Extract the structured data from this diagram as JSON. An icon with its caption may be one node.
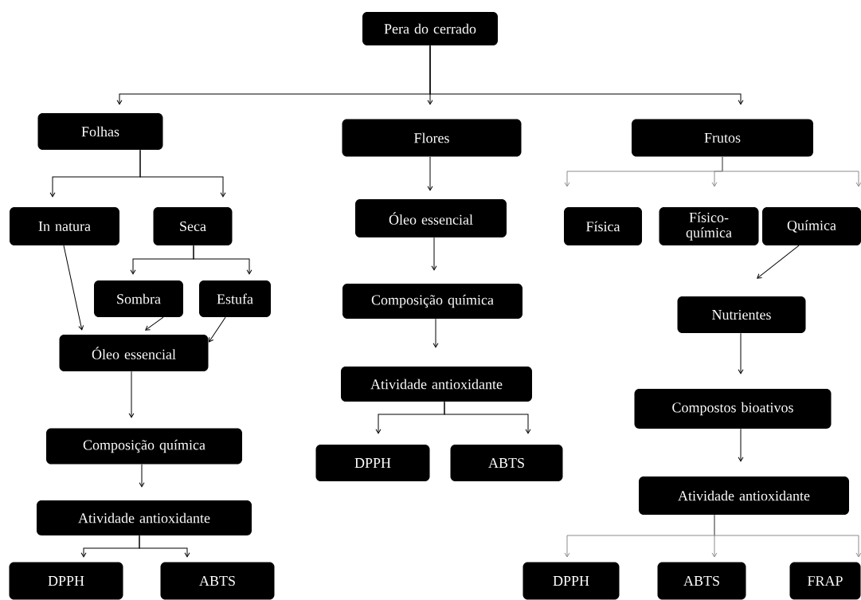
{
  "diagram": {
    "nodes": [
      {
        "text": [
          "Pera do cerrado"
        ]
      },
      {
        "text": [
          "Folhas"
        ]
      },
      {
        "text": [
          "Flores"
        ]
      },
      {
        "text": [
          "Frutos"
        ]
      },
      {
        "text": [
          "In natura"
        ]
      },
      {
        "text": [
          "Seca"
        ]
      },
      {
        "text": [
          "Física"
        ]
      },
      {
        "text": [
          "Físico-química"
        ]
      },
      {
        "text": [
          "Química"
        ]
      },
      {
        "text": [
          "Óleo essencial"
        ]
      },
      {
        "text": [
          "Sombra"
        ]
      },
      {
        "text": [
          "Estufa"
        ]
      },
      {
        "text": [
          "Composição química"
        ]
      },
      {
        "text": [
          "Nutrientes"
        ]
      },
      {
        "text": [
          "Óleo essencial"
        ]
      },
      {
        "text": [
          "Atividade antioxidante"
        ]
      },
      {
        "text": [
          "Compostos bioativos"
        ]
      },
      {
        "text": [
          "Composição química"
        ]
      },
      {
        "text": [
          "DPPH"
        ]
      },
      {
        "text": [
          "ABTS"
        ]
      },
      {
        "text": [
          "Atividade antioxidante"
        ]
      },
      {
        "text": [
          "Atividade antioxidante"
        ]
      },
      {
        "text": [
          "DPPH"
        ]
      },
      {
        "text": [
          "ABTS"
        ]
      },
      {
        "text": [
          "DPPH"
        ]
      },
      {
        "text": [
          "ABTS"
        ]
      },
      {
        "text": [
          "FRAP"
        ]
      }
    ],
    "edges": [
      {
        "from": 0,
        "to": 1,
        "arrow": "to"
      },
      {
        "from": 0,
        "to": 2,
        "arrow": "to"
      },
      {
        "from": 0,
        "to": 3,
        "arrow": "to"
      },
      {
        "from": 1,
        "to": 4,
        "arrow": "to"
      },
      {
        "from": 1,
        "to": 5,
        "arrow": "to"
      },
      {
        "from": 2,
        "to": 9,
        "arrow": "to"
      },
      {
        "from": 3,
        "to": 6,
        "arrow": "to",
        "color": "#808080"
      },
      {
        "from": 3,
        "to": 7,
        "arrow": "to",
        "color": "#808080"
      },
      {
        "from": 3,
        "to": 8,
        "arrow": "to",
        "color": "#808080"
      },
      {
        "from": 5,
        "to": 10,
        "arrow": "to"
      },
      {
        "from": 5,
        "to": 11,
        "arrow": "to"
      },
      {
        "from": 4,
        "to": 14,
        "arrow": "to"
      },
      {
        "from": 10,
        "to": 14,
        "arrow": "to"
      },
      {
        "from": 11,
        "to": 14,
        "arrow": "to"
      },
      {
        "from": 9,
        "to": 12,
        "arrow": "to"
      },
      {
        "from": 8,
        "to": 13,
        "arrow": "to"
      },
      {
        "from": 12,
        "to": 15,
        "arrow": "to"
      },
      {
        "from": 13,
        "to": 16,
        "arrow": "to"
      },
      {
        "from": 14,
        "to": 17,
        "arrow": "to"
      },
      {
        "from": 15,
        "to": 18,
        "arrow": "to"
      },
      {
        "from": 15,
        "to": 19,
        "arrow": "to"
      },
      {
        "from": 16,
        "to": 20,
        "arrow": "to"
      },
      {
        "from": 17,
        "to": 21,
        "arrow": "to"
      },
      {
        "from": 20,
        "to": 24,
        "arrow": "to",
        "color": "#808080"
      },
      {
        "from": 20,
        "to": 25,
        "arrow": "to",
        "color": "#808080"
      },
      {
        "from": 20,
        "to": 26,
        "arrow": "to",
        "color": "#808080"
      },
      {
        "from": 21,
        "to": 22,
        "arrow": "to"
      },
      {
        "from": 21,
        "to": 23,
        "arrow": "to"
      }
    ]
  }
}
